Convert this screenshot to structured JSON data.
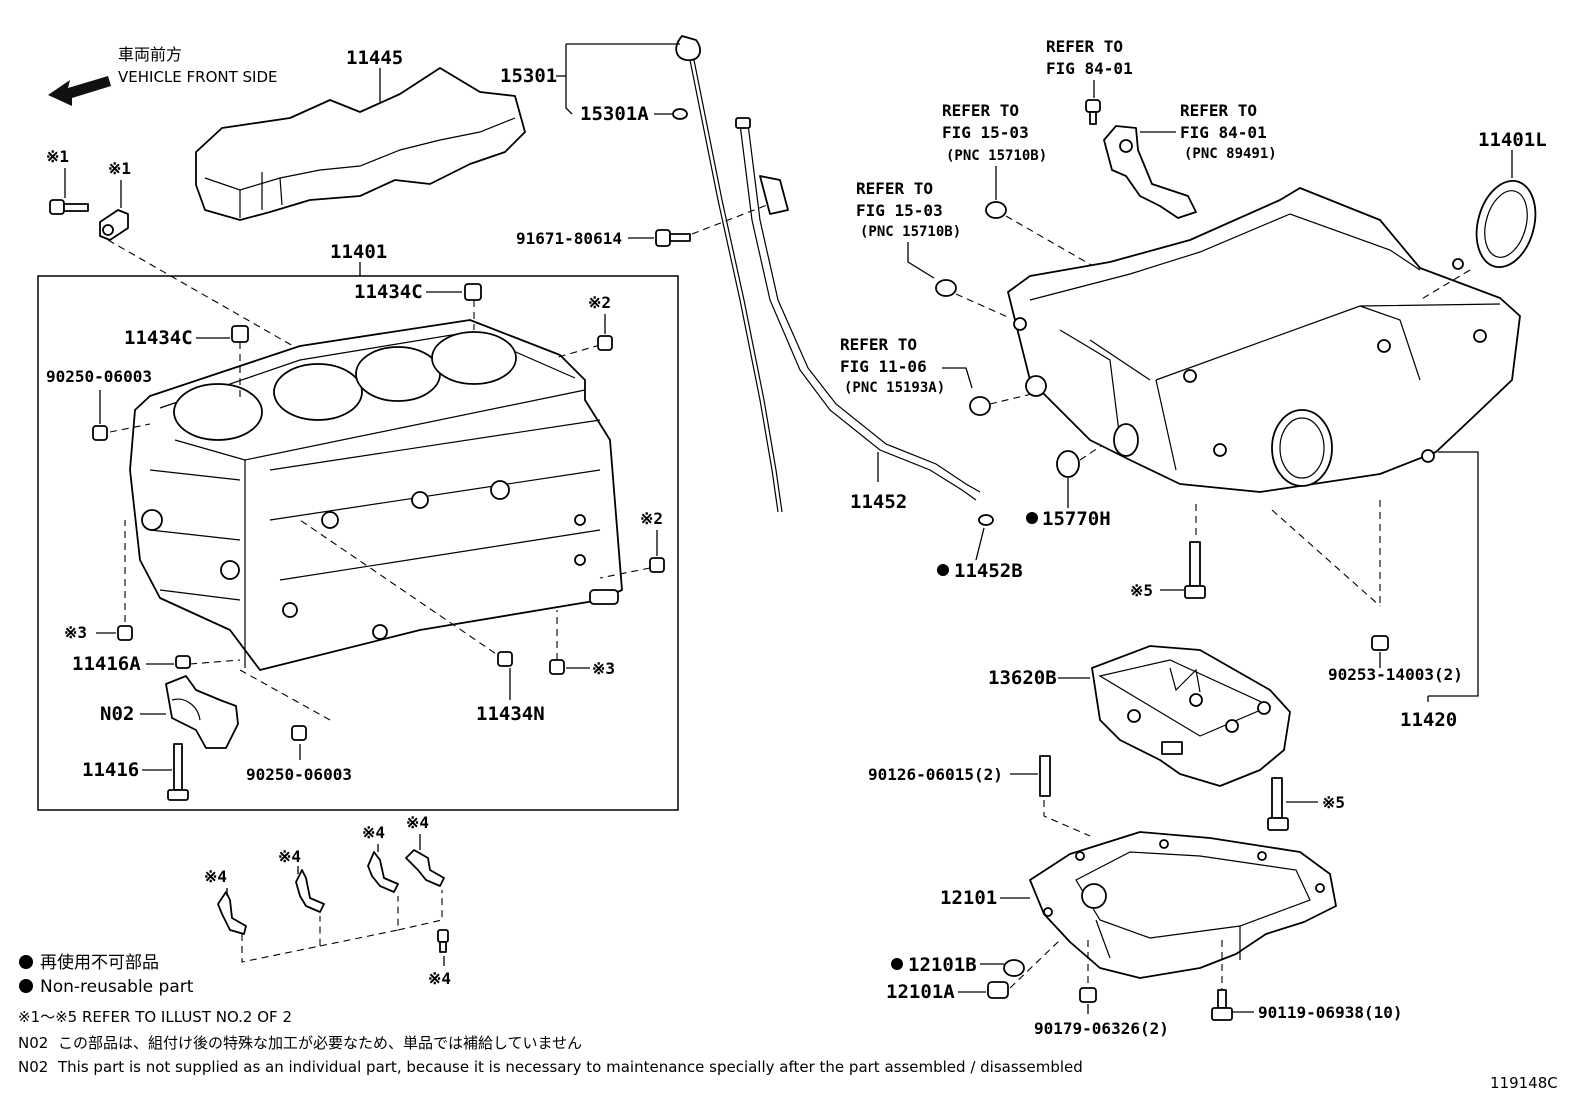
{
  "front_indicator": {
    "japanese": "車両前方",
    "english": "VEHICLE FRONT SIDE"
  },
  "part_labels": {
    "p11445": "11445",
    "p15301": "15301",
    "p15301A": "15301A",
    "p91671": "91671-80614",
    "p11401": "11401",
    "p11434C_top": "11434C",
    "p11434C_left": "11434C",
    "p90250_top": "90250-06003",
    "p90250_bottom": "90250-06003",
    "p11416A": "11416A",
    "pN02": "N02",
    "p11416": "11416",
    "p11434N": "11434N",
    "p11452": "11452",
    "p11452B": "11452B",
    "p15770H": "15770H",
    "p11401L": "11401L",
    "p13620B": "13620B",
    "p90126": "90126-06015(2)",
    "p12101": "12101",
    "p12101B": "12101B",
    "p12101A": "12101A",
    "p90179": "90179-06326(2)",
    "p90119": "90119-06938(10)",
    "p90253": "90253-14003(2)",
    "p11420": "11420"
  },
  "markers": {
    "m1a": "※1",
    "m1b": "※1",
    "m2a": "※2",
    "m2b": "※2",
    "m3a": "※3",
    "m3b": "※3",
    "m4a": "※4",
    "m4b": "※4",
    "m4c": "※4",
    "m4d": "※4",
    "m4e": "※4",
    "m5a": "※5",
    "m5b": "※5"
  },
  "refer_notes": {
    "r1": [
      "REFER TO",
      "FIG 84-01"
    ],
    "r2": [
      "REFER TO",
      "FIG 84-01",
      "(PNC 89491)"
    ],
    "r3": [
      "REFER TO",
      "FIG 15-03",
      "(PNC 15710B)"
    ],
    "r4": [
      "REFER TO",
      "FIG 15-03",
      "(PNC 15710B)"
    ],
    "r5": [
      "REFER TO",
      "FIG 11-06",
      "(PNC 15193A)"
    ]
  },
  "legend": {
    "nonreusable_jp": "再使用不可部品",
    "nonreusable_en": "Non-reusable part",
    "refer_illust": "※1～※5  REFER TO ILLUST NO.2 OF 2",
    "n02_jp_label": "N02",
    "n02_jp_text": "この部品は、組付け後の特殊な加工が必要なため、単品では補給していません",
    "n02_en_label": "N02",
    "n02_en_text": "This part is not supplied as an individual part, because it is necessary to maintenance specially after the part assembled / disassembled"
  },
  "figure_id": "119148C"
}
